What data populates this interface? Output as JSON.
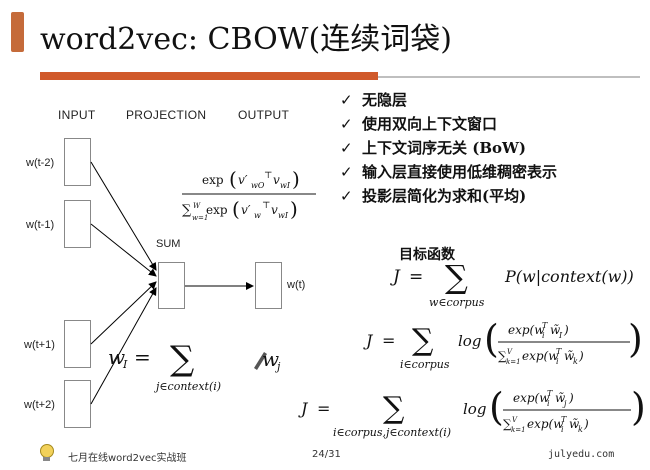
{
  "title": "word2vec: CBOW(连续词袋)",
  "diagram": {
    "headers": {
      "input": "INPUT",
      "projection": "PROJECTION",
      "output": "OUTPUT"
    },
    "inputs": [
      "w(t-2)",
      "w(t-1)",
      "w(t+1)",
      "w(t+2)"
    ],
    "sum_label": "SUM",
    "output_label": "w(t)"
  },
  "bullets": [
    "无隐层",
    "使用双向上下文窗口",
    "上下文词序无关 (BoW)",
    "输入层直接使用低维稠密表示",
    "投影层简化为求和(平均)"
  ],
  "objective_label": "目标函数",
  "footer": {
    "course": "七月在线word2vec实战班",
    "page": "24/31",
    "site": "julyedu.com"
  }
}
